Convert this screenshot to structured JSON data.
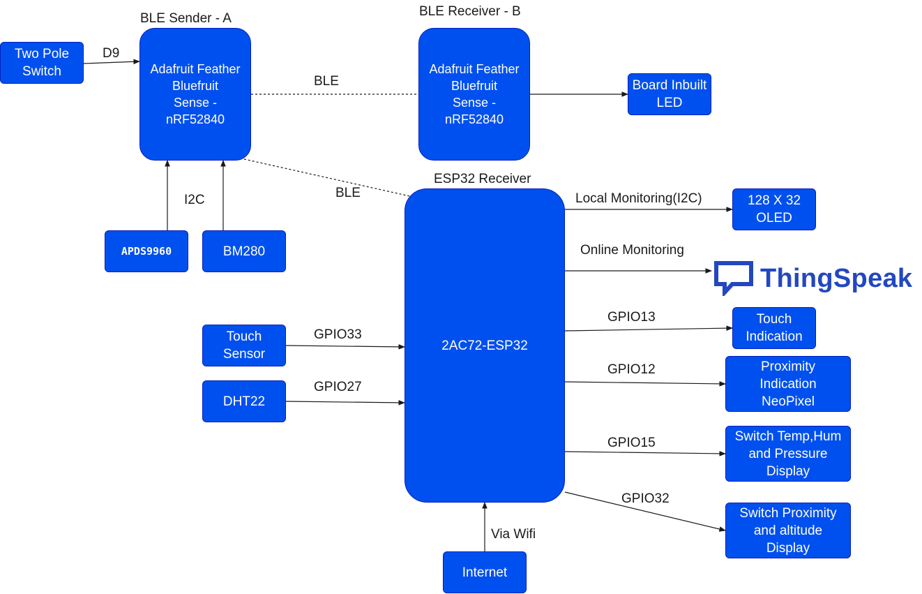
{
  "titles": {
    "sender": "BLE Sender - A",
    "receiver": "BLE Receiver -  B",
    "esp": "ESP32 Receiver"
  },
  "nodes": {
    "two_pole_switch": "Two Pole\nSwitch",
    "sender_board": "Adafruit Feather\nBluefruit\nSense -\nnRF52840",
    "receiver_board": "Adafruit Feather\nBluefruit\nSense -\nnRF52840",
    "board_led": "Board Inbuilt\nLED",
    "apds": "APDS9960",
    "bm280": "BM280",
    "esp32": "2AC72-ESP32",
    "oled": "128 X 32\nOLED",
    "touch_sensor": "Touch\nSensor",
    "dht22": "DHT22",
    "touch_indication": "Touch\nIndication",
    "proximity_indication": "Proximity\nIndication\nNeoPixel",
    "switch_temp": "Switch Temp,Hum\nand Pressure\nDisplay",
    "switch_proximity": "Switch Proximity\nand altitude\nDisplay",
    "internet": "Internet"
  },
  "edge_labels": {
    "d9": "D9",
    "ble_top": "BLE",
    "ble_diag": "BLE",
    "i2c": "I2C",
    "local": "Local Monitoring(I2C)",
    "online": "Online Monitoring",
    "gpio13": "GPIO13",
    "gpio12": "GPIO12",
    "gpio15": "GPIO15",
    "gpio32": "GPIO32",
    "gpio33": "GPIO33",
    "gpio27": "GPIO27",
    "wifi": "Via Wifi"
  },
  "logo": {
    "text": "ThingSpeak",
    "icon": "speech-bubble-icon",
    "color": "#2347c0"
  },
  "colors": {
    "node_fill": "#0050ef",
    "node_stroke": "#001dbc",
    "edge": "#1a1a1a"
  }
}
